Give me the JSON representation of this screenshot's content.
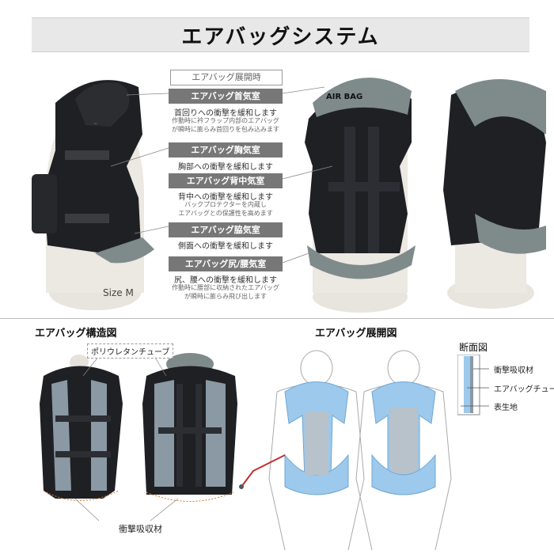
{
  "title": "エアバッグシステム",
  "deploy_label": "エアバッグ展開時",
  "chambers": [
    {
      "label": "エアバッグ首気室",
      "main": "首回りへの衝撃を緩和します",
      "sub": [
        "作動時に衿フラップ内部のエアバッグ",
        "が瞬時に膨らみ首回りを包み込みます"
      ]
    },
    {
      "label": "エアバッグ胸気室",
      "main": "胸部への衝撃を緩和します",
      "sub": []
    },
    {
      "label": "エアバッグ背中気室",
      "main": "背中への衝撃を緩和します",
      "sub": [
        "バックプロテクターを内蔵し",
        "エアバッグとの保護性を高めます"
      ]
    },
    {
      "label": "エアバッグ脇気室",
      "main": "側面への衝撃を緩和します",
      "sub": []
    },
    {
      "label": "エアバッグ尻/腰気室",
      "main": "尻、腰への衝撃を緩和します",
      "sub": [
        "作動時に腰部に収納されたエアバッグ",
        "が瞬時に膨らみ飛び出します"
      ]
    }
  ],
  "size_label": "Size M",
  "brand_text": "AIR BAG",
  "structure": {
    "heading": "エアバッグ構造図",
    "tube_label": "ポリウレタンチューブ",
    "absorber_label": "衝撃吸収材"
  },
  "deployment": {
    "heading": "エアバッグ展開図",
    "cross_section": {
      "heading": "断面図",
      "layers": [
        "衝撃吸収材",
        "エアバッグチューブ",
        "表生地"
      ]
    }
  },
  "colors": {
    "banner_bg": "#e8e8e8",
    "label_bg": "#777777",
    "vest": "#1f2024",
    "collar_gray": "#7f8a8b",
    "airbag_blue": "#9cc9ec",
    "tube_gray": "#8a99a3",
    "accent_red": "#c03030"
  }
}
